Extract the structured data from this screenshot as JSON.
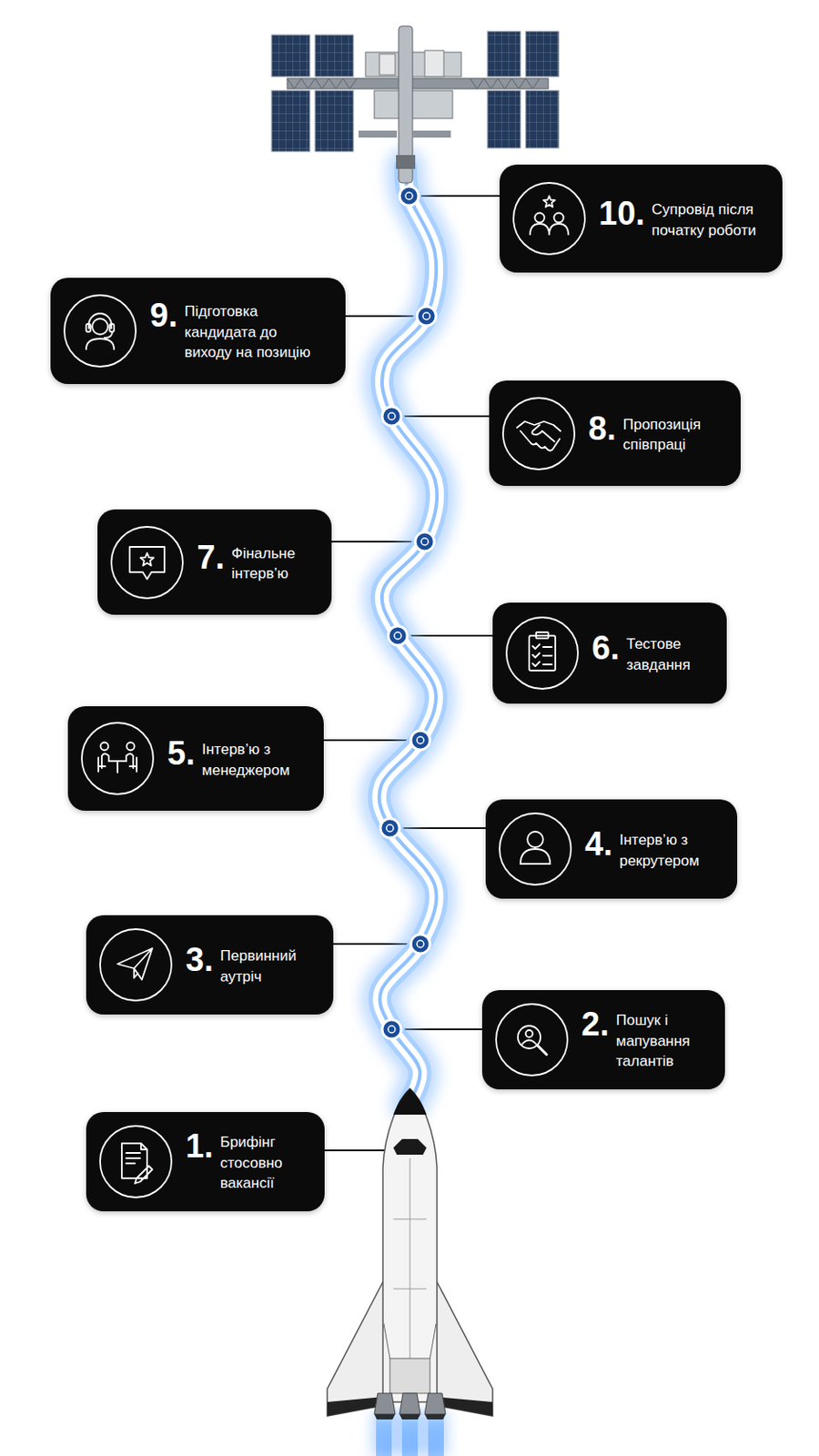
{
  "diagram": {
    "nodes": [
      {
        "text": [
          "1.",
          "Брифінг стосовно вакансії"
        ]
      },
      {
        "text": [
          "2.",
          "Пошук і мапування талантів"
        ]
      },
      {
        "text": [
          "3.",
          "Первинний аутріч"
        ]
      },
      {
        "text": [
          "4.",
          "Інтерв’ю з рекрутером"
        ]
      },
      {
        "text": [
          "5.",
          "Інтерв’ю з менеджером"
        ]
      },
      {
        "text": [
          "6.",
          "Тестове завдання"
        ]
      },
      {
        "text": [
          "7.",
          "Фінальне інтерв’ю"
        ]
      },
      {
        "text": [
          "8.",
          "Пропозиція співпраці"
        ]
      },
      {
        "text": [
          "9.",
          "Підготовка кандидата до виходу на позицію"
        ]
      },
      {
        "text": [
          "10.",
          "Супровід після початку роботи"
        ]
      }
    ]
  }
}
